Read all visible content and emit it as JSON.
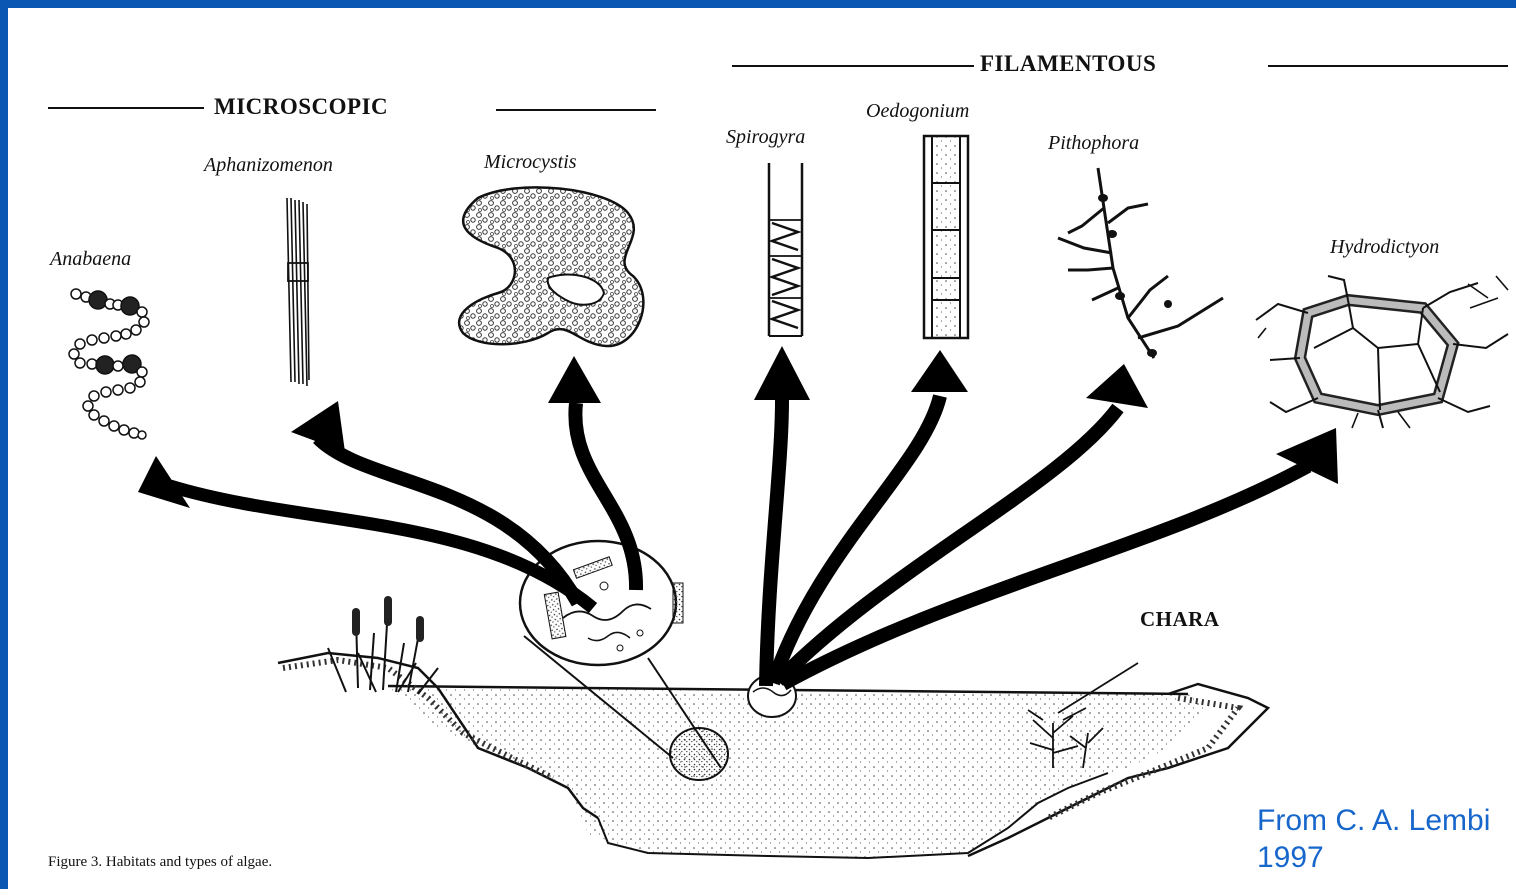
{
  "headings": {
    "microscopic": "MICROSCOPIC",
    "filamentous": "FILAMENTOUS",
    "chara": "CHARA"
  },
  "organisms": {
    "anabaena": "Anabaena",
    "aphanizomenon": "Aphanizomenon",
    "microcystis": "Microcystis",
    "spirogyra": "Spirogyra",
    "oedogonium": "Oedogonium",
    "pithophora": "Pithophora",
    "hydrodictyon": "Hydrodictyon"
  },
  "caption": "Figure 3. Habitats and types of algae.",
  "credit": {
    "line1": "From C. A. Lembi",
    "line2": "1997"
  },
  "colors": {
    "frame": "#0a57b3",
    "credit": "#1766cc",
    "ink": "#111111"
  }
}
